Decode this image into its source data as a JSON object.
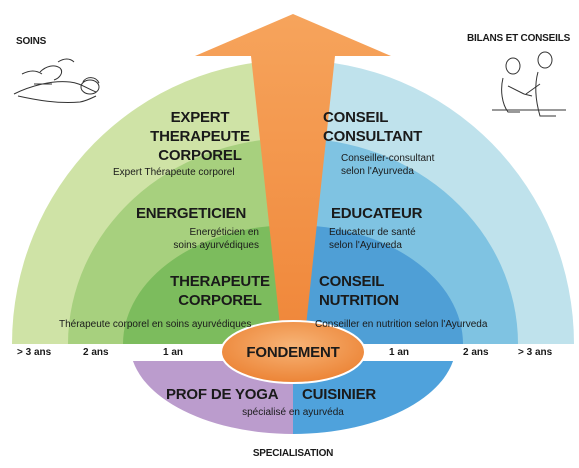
{
  "corners": {
    "left": "SOINS",
    "right": "BILANS ET CONSEILS"
  },
  "left": {
    "outer": {
      "title": [
        "EXPERT",
        "THERAPEUTE",
        "CORPOREL"
      ],
      "subtitle": "Expert Thérapeute corporel"
    },
    "middle": {
      "title": "ENERGETICIEN",
      "subtitle": [
        "Energéticien en",
        "soins ayurvédiques"
      ]
    },
    "inner": {
      "title": [
        "THERAPEUTE",
        "CORPOREL"
      ],
      "subtitle": "Thérapeute corporel en soins ayurvédiques"
    }
  },
  "right": {
    "outer": {
      "title": [
        "CONSEIL",
        "CONSULTANT"
      ],
      "subtitle": [
        "Conseiller-consultant",
        "selon l'Ayurveda"
      ]
    },
    "middle": {
      "title": "EDUCATEUR",
      "subtitle": [
        "Educateur de santé",
        "selon l'Ayurveda"
      ]
    },
    "inner": {
      "title": [
        "CONSEIL",
        "NUTRITION"
      ],
      "subtitle": "Conseiller en nutrition selon l'Ayurveda"
    }
  },
  "center": "FONDEMENT",
  "years": [
    "> 3 ans",
    "2 ans",
    "1 an",
    "1 an",
    "2 ans",
    "> 3 ans"
  ],
  "bottom": {
    "left": "PROF DE YOGA",
    "right": "CUISINIER",
    "subtitle": "spécialisé en ayurvéda",
    "footer": "SPECIALISATION"
  },
  "colors": {
    "left_outer": "#cfe3a6",
    "left_middle": "#a7d07e",
    "left_inner": "#7cbc5d",
    "right_outer": "#bfe2ec",
    "right_middle": "#7fc3e2",
    "right_inner": "#4f9fd6",
    "arrow": "#f39a4a",
    "fondement": "#f39a4a",
    "yoga": "#bb9ccd",
    "cuisinier": "#4fa2dc"
  },
  "icons": {
    "left": "massage-illustration-icon",
    "right": "consultation-illustration-icon"
  }
}
